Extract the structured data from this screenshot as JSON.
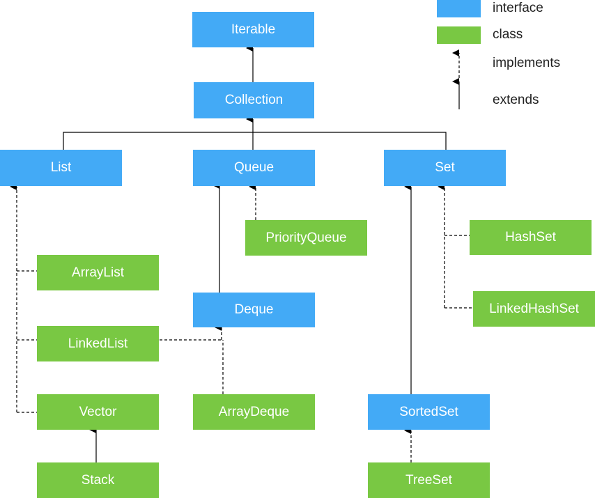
{
  "colors": {
    "interface": "#43aaf6",
    "class": "#79c843",
    "line": "#000000"
  },
  "legend": {
    "interface_label": "interface",
    "class_label": "class",
    "implements_label": "implements",
    "extends_label": "extends"
  },
  "nodes": {
    "iterable": "Iterable",
    "collection": "Collection",
    "list": "List",
    "queue": "Queue",
    "set": "Set",
    "priority_queue": "PriorityQueue",
    "array_list": "ArrayList",
    "hash_set": "HashSet",
    "deque": "Deque",
    "linked_hash_set": "LinkedHashSet",
    "linked_list": "LinkedList",
    "vector": "Vector",
    "array_deque": "ArrayDeque",
    "sorted_set": "SortedSet",
    "stack": "Stack",
    "tree_set": "TreeSet"
  }
}
